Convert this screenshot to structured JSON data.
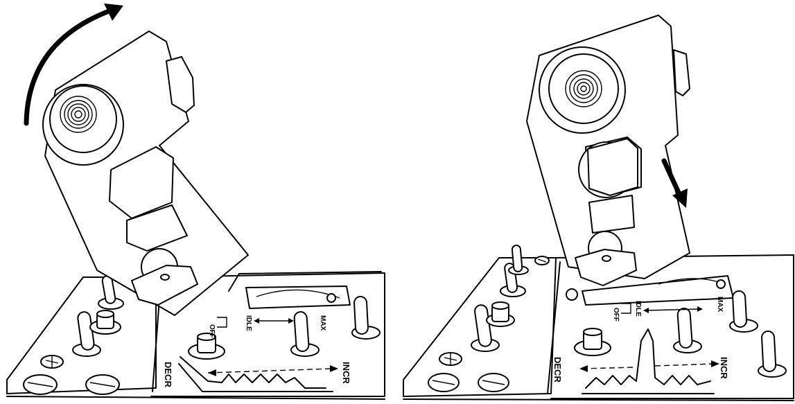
{
  "panels": [
    {
      "id": "left",
      "labels": {
        "off": "OFF",
        "idle": "IDLE",
        "max": "MAX",
        "decr": "DECR",
        "incr": "INCR"
      }
    },
    {
      "id": "right",
      "labels": {
        "off": "OFF",
        "idle": "IDLE",
        "max": "MAX",
        "decr": "DECR",
        "incr": "INCR"
      }
    }
  ],
  "colors": {
    "ink": "#000000",
    "paper": "#ffffff"
  },
  "icons": {
    "rotate_arrow": "curved-arrow-icon",
    "push_arrow": "down-arrow-icon"
  }
}
